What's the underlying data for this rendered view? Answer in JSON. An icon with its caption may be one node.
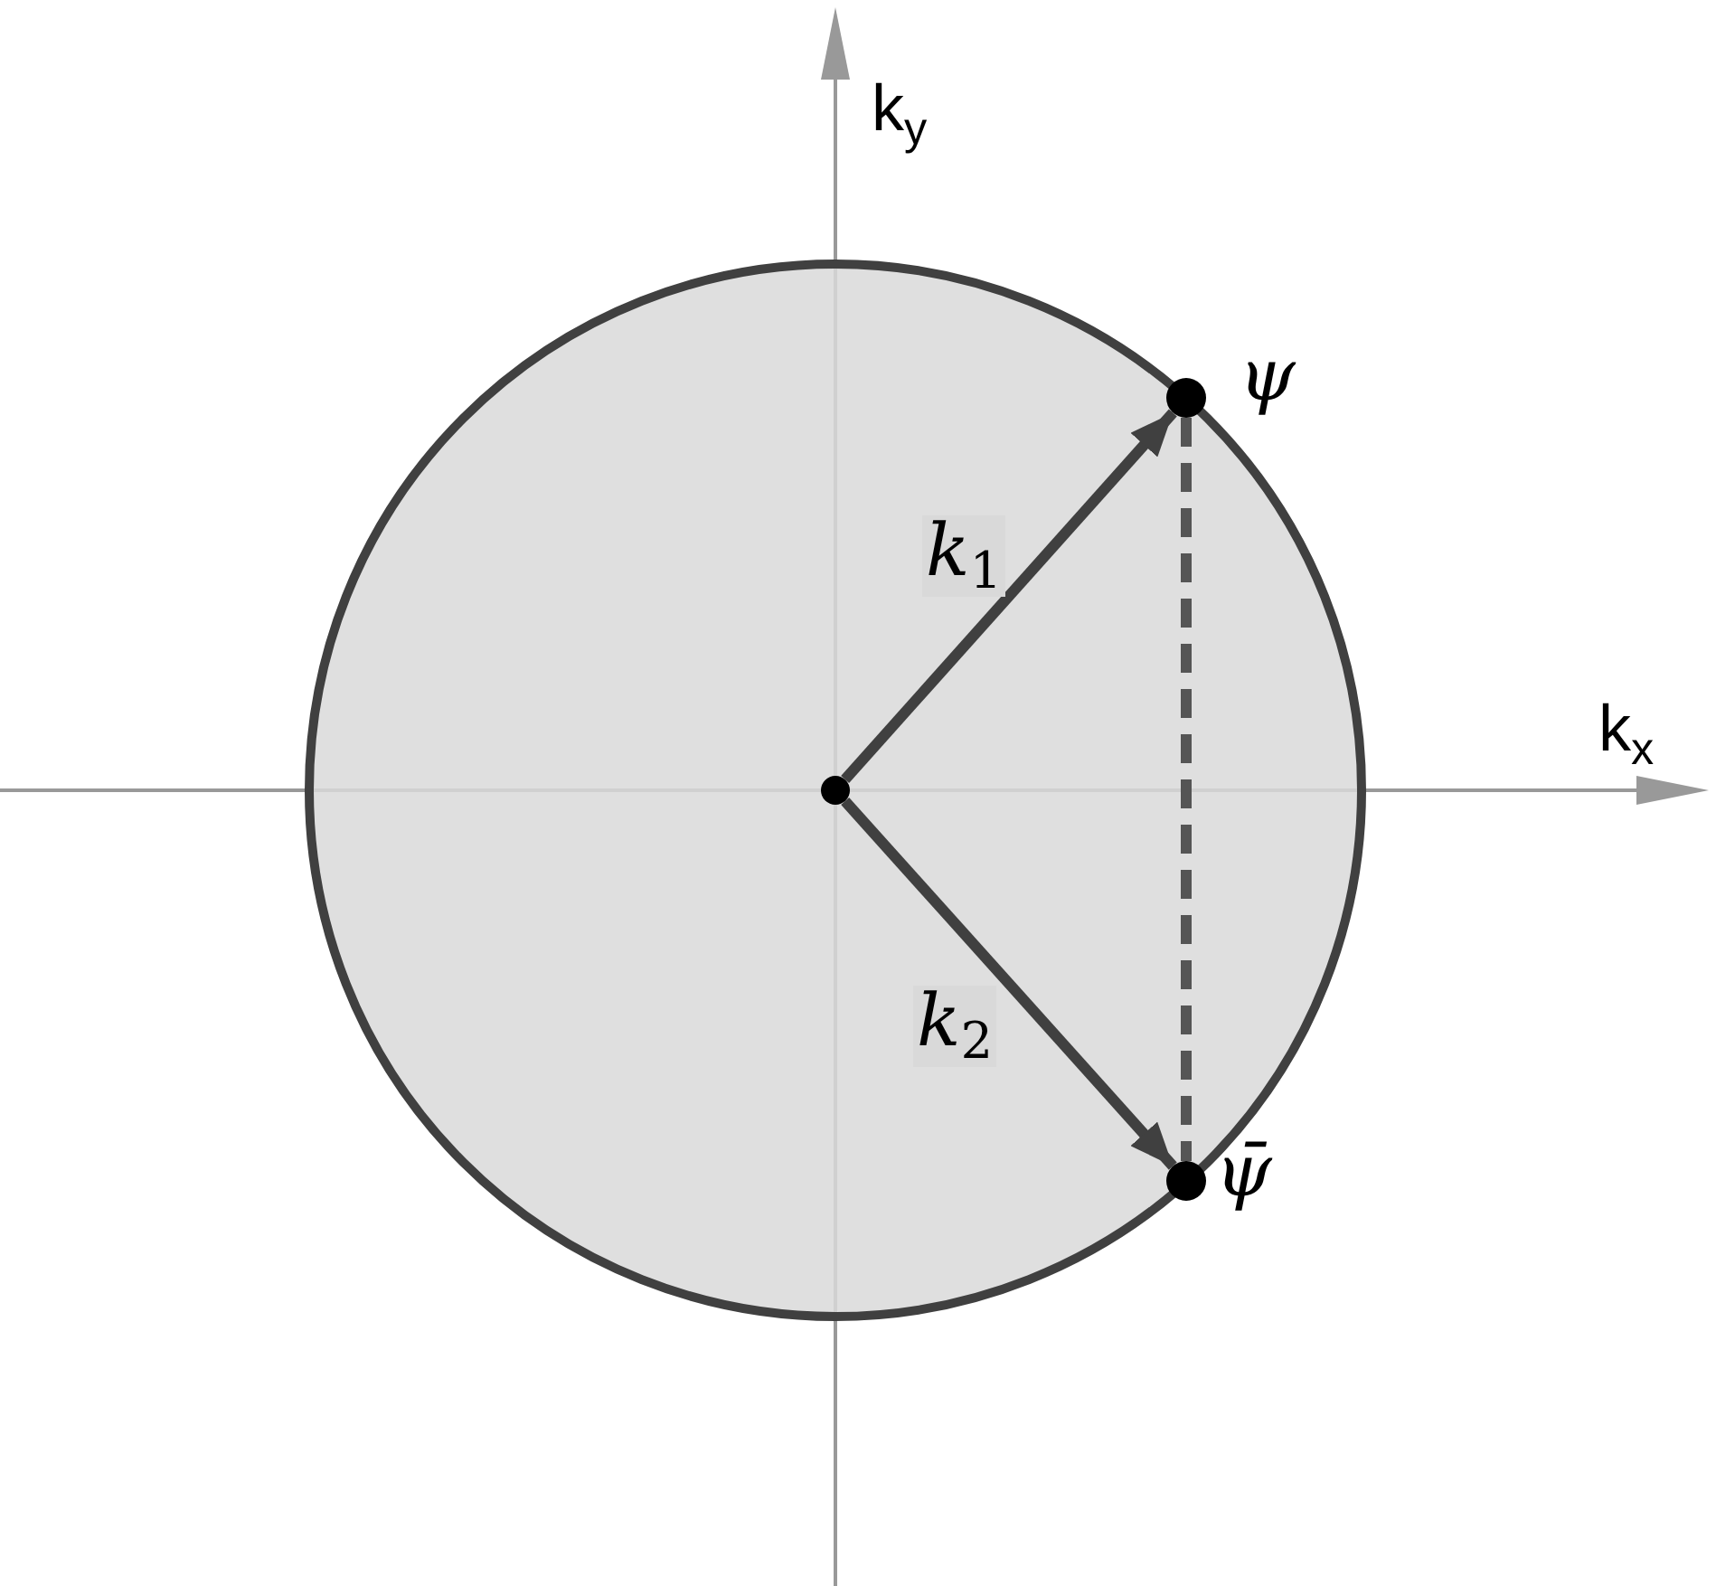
{
  "diagram": {
    "nodes": [
      {
        "text": [],
        "shape": "circle"
      },
      {
        "text": [],
        "shape": "circle",
        "beside": [
          "ψ"
        ]
      },
      {
        "text": [],
        "shape": "circle",
        "beside": [
          "ψ̄"
        ]
      }
    ],
    "edges": [
      {
        "from": 0,
        "to": 1,
        "arrow": "to",
        "label": "k$_{1}$"
      },
      {
        "from": 0,
        "to": 2,
        "arrow": "to",
        "label": "k$_{2}$"
      },
      {
        "from": 1,
        "to": 2,
        "arrow": "none",
        "style": "dashed"
      }
    ],
    "labels": [
      "k$_{x}$",
      "k$_{y}$"
    ]
  }
}
